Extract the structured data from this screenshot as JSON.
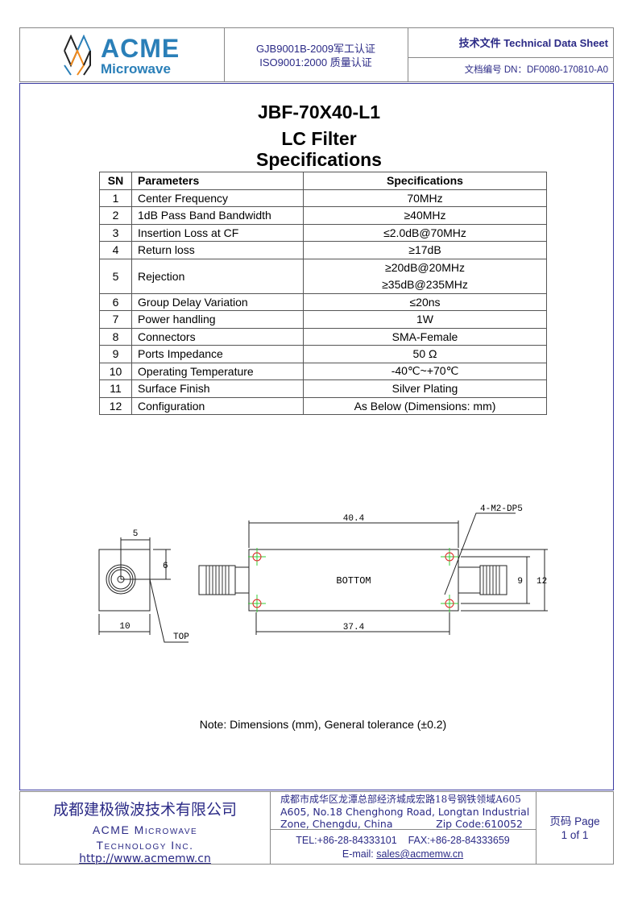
{
  "header": {
    "logo_text": "ACME",
    "logo_sub": "Microwave",
    "cert1": "GJB9001B-2009军工认证",
    "cert2": "ISO9001:2000  质量认证",
    "doc_type": "技术文件  Technical Data Sheet",
    "doc_number": "文档编号  DN：DF0080-170810-A0"
  },
  "title": {
    "model": "JBF-70X40-L1",
    "product": "LC Filter",
    "subtitle": "Specifications"
  },
  "table": {
    "headers": [
      "SN",
      "Parameters",
      "Specifications"
    ],
    "rows": [
      {
        "sn": "1",
        "param": "Center Frequency",
        "spec": "70MHz"
      },
      {
        "sn": "2",
        "param": "1dB Pass Band Bandwidth",
        "spec": "≥40MHz"
      },
      {
        "sn": "3",
        "param": "Insertion Loss at CF",
        "spec": "≤2.0dB@70MHz"
      },
      {
        "sn": "4",
        "param": "Return loss",
        "spec": "≥17dB"
      },
      {
        "sn": "5",
        "param": "Rejection",
        "spec": "≥20dB@20MHz",
        "spec2": "≥35dB@235MHz"
      },
      {
        "sn": "6",
        "param": "Group Delay Variation",
        "spec": "≤20ns"
      },
      {
        "sn": "7",
        "param": "Power handling",
        "spec": "1W"
      },
      {
        "sn": "8",
        "param": "Connectors",
        "spec": "SMA-Female"
      },
      {
        "sn": "9",
        "param": "Ports Impedance",
        "spec": "50 Ω"
      },
      {
        "sn": "10",
        "param": "Operating Temperature",
        "spec": "-40℃~+70℃"
      },
      {
        "sn": "11",
        "param": "Surface Finish",
        "spec": "Silver Plating"
      },
      {
        "sn": "12",
        "param": "Configuration",
        "spec": "As Below (Dimensions: mm)"
      }
    ]
  },
  "drawing": {
    "dim_5": "5",
    "dim_6": "6",
    "dim_10": "10",
    "top_label": "TOP",
    "dim_40_4": "40.4",
    "dim_37_4": "37.4",
    "dim_9": "9",
    "dim_12": "12",
    "holes_label": "4-M2-DP5",
    "bottom_label": "BOTTOM"
  },
  "note": "Note: Dimensions (mm), General tolerance (±0.2)",
  "footer": {
    "company_cn": "成都建极微波技术有限公司",
    "company_en1": "ACME Microwave",
    "company_en2": "Technology Inc.",
    "website": "http://www.acmemw.cn",
    "address_cn": "成都市成华区龙潭总部经济城成宏路18号钢铁领域A605",
    "address_en1": "A605, No.18 Chenghong Road, Longtan Industrial",
    "address_en2": "Zone, Chengdu, China",
    "zip": "Zip Code:610052",
    "tel_fax": "TEL:+86-28-84333101    FAX:+86-28-84333659",
    "email_label": "E-mail: ",
    "email": "sales@acmemw.cn",
    "page_label": "页码  Page",
    "page_num": "1 of 1"
  },
  "colors": {
    "navy": "#2b2a86",
    "logo_blue": "#2a7fb8",
    "logo_orange": "#f08a1c"
  }
}
